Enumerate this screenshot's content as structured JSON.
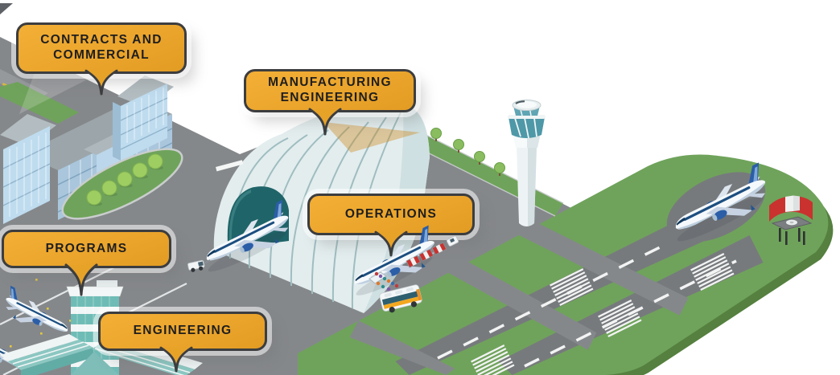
{
  "diagram": {
    "type": "isometric-airport-infographic",
    "callouts": [
      {
        "id": "contracts-and-commercial",
        "label": "CONTRACTS AND COMMERCIAL",
        "target": "office-building"
      },
      {
        "id": "manufacturing-engineering",
        "label": "MANUFACTURING ENGINEERING",
        "target": "aircraft-hangar"
      },
      {
        "id": "operations",
        "label": "OPERATIONS",
        "target": "aircraft-at-gate"
      },
      {
        "id": "programs",
        "label": "PROGRAMS",
        "target": "terminal-building"
      },
      {
        "id": "engineering",
        "label": "ENGINEERING",
        "target": "terminal-wing"
      }
    ],
    "scene": {
      "objects": [
        "office-building",
        "aircraft-hangar",
        "control-tower",
        "terminal-building",
        "apron",
        "green-verge-with-trees",
        "landscaped-oval",
        "airfield",
        "runway",
        "taxiways",
        "runway-pad",
        "aircraft-at-gate",
        "aircraft-towed",
        "aircraft-on-runway",
        "parked-aircraft",
        "shuttle-bus",
        "baggage-cart-train",
        "boarding-stairs",
        "passengers",
        "pushback-tug",
        "windsock-screen"
      ]
    },
    "colors": {
      "callout_fill": "#EDA62F",
      "callout_border": "#3C3D3F",
      "callout_text": "#1E1E1E",
      "grass": "#6FA35B",
      "tarmac": "#85888B",
      "runway": "#777A7D",
      "hangar": "#E3EDEE",
      "terminal_teal": "#6FBCB6",
      "glass_blue": "#BFDCEF",
      "aircraft_blue": "#2B5EA7",
      "marking_white": "#F2F3F3",
      "windsock_red": "#C9322F",
      "bus_yellow": "#F2A71F"
    }
  }
}
